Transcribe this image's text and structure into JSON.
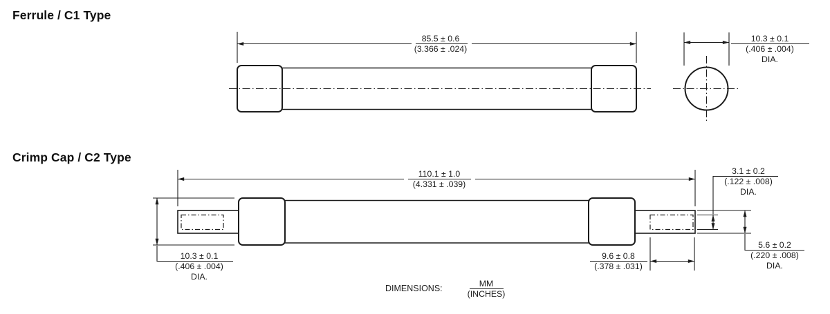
{
  "page": {
    "background": "#ffffff",
    "ink": "#1c1c1c"
  },
  "sections": [
    {
      "title": "Ferrule / C1 Type",
      "dims": {
        "overall_length": {
          "mm": "85.5 ± 0.6",
          "in": "(3.366 ± .024)"
        },
        "diameter": {
          "mm": "10.3 ± 0.1",
          "in": "(.406 ± .004)",
          "suffix": "DIA."
        }
      }
    },
    {
      "title": "Crimp Cap / C2 Type",
      "dims": {
        "overall_length": {
          "mm": "110.1 ± 1.0",
          "in": "(4.331 ± .039)"
        },
        "body_diameter": {
          "mm": "10.3 ± 0.1",
          "in": "(.406 ± .004)",
          "suffix": "DIA."
        },
        "pin_diameter": {
          "mm": "3.1 ± 0.2",
          "in": "(.122 ± .008)",
          "suffix": "DIA."
        },
        "pin_length": {
          "mm": "9.6 ± 0.8",
          "in": "(.378 ± .031)"
        },
        "terminal_diameter": {
          "mm": "5.6 ± 0.2",
          "in": "(.220 ± .008)",
          "suffix": "DIA."
        }
      }
    }
  ],
  "footer": {
    "label": "DIMENSIONS:",
    "numerator": "MM",
    "denominator": "(INCHES)"
  }
}
